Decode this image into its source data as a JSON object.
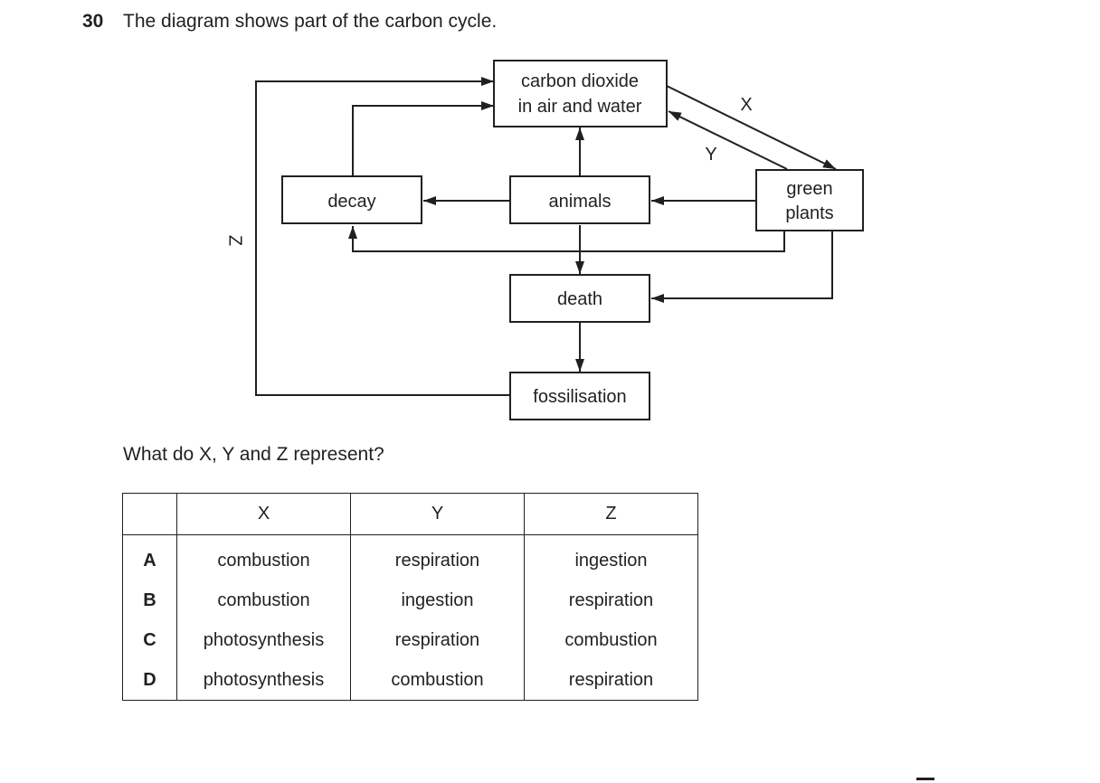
{
  "question": {
    "number": "30",
    "text": "The diagram shows part of the carbon cycle."
  },
  "diagram": {
    "nodes": {
      "co2_line1": "carbon dioxide",
      "co2_line2": "in air and water",
      "decay": "decay",
      "animals": "animals",
      "green_line1": "green",
      "green_line2": "plants",
      "death": "death",
      "fossilisation": "fossilisation"
    },
    "labels": {
      "x": "X",
      "y": "Y",
      "z": "Z"
    }
  },
  "prompt": "What do X, Y and Z represent?",
  "table": {
    "headers": [
      "",
      "X",
      "Y",
      "Z"
    ],
    "rows": [
      {
        "letter": "A",
        "x": "combustion",
        "y": "respiration",
        "z": "ingestion"
      },
      {
        "letter": "B",
        "x": "combustion",
        "y": "ingestion",
        "z": "respiration"
      },
      {
        "letter": "C",
        "x": "photosynthesis",
        "y": "respiration",
        "z": "combustion"
      },
      {
        "letter": "D",
        "x": "photosynthesis",
        "y": "combustion",
        "z": "respiration"
      }
    ]
  }
}
